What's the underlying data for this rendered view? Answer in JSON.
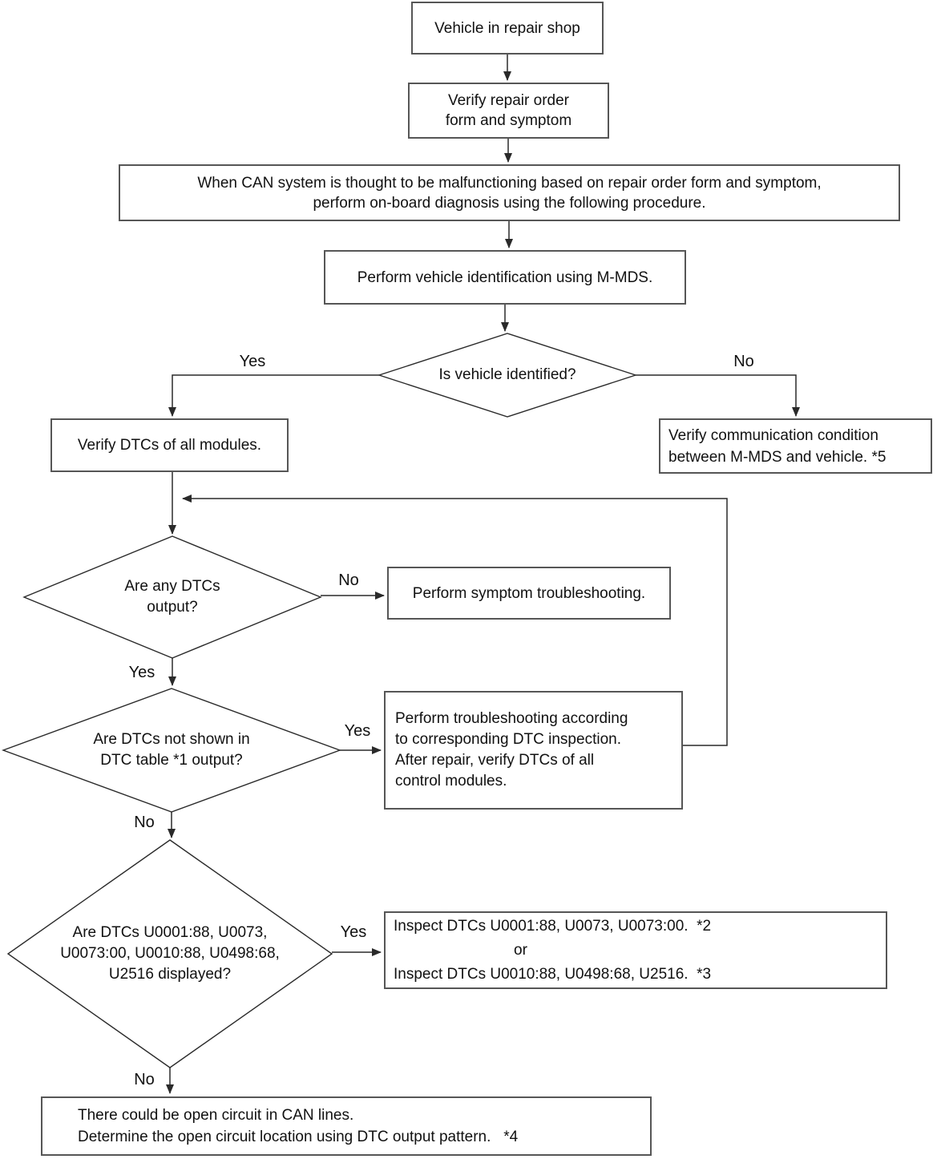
{
  "flowchart": {
    "nodes": {
      "repair_shop": {
        "text": "Vehicle in repair shop"
      },
      "verify_order": {
        "text": "Verify repair order\nform and symptom"
      },
      "when_can": {
        "text": "When CAN system is thought to be malfunctioning based on repair order form and symptom,\nperform on-board diagnosis using the following procedure."
      },
      "vehicle_id": {
        "text": "Perform vehicle identification using M-MDS."
      },
      "is_identified": {
        "text": "Is vehicle identified?"
      },
      "verify_dtcs": {
        "text": "Verify DTCs of all modules."
      },
      "verify_comm": {
        "text": "Verify communication condition\nbetween M-MDS and vehicle. *5"
      },
      "any_dtcs": {
        "text": "Are any DTCs\noutput?"
      },
      "symptom_ts": {
        "text": "Perform symptom troubleshooting."
      },
      "not_in_table": {
        "text": "Are DTCs not shown in\nDTC table *1 output?"
      },
      "dtc_ts": {
        "text": "Perform troubleshooting according\nto corresponding DTC inspection.\nAfter repair, verify DTCs of all\ncontrol modules."
      },
      "specific_dtcs": {
        "text": "Are DTCs U0001:88, U0073,\nU0073:00, U0010:88, U0498:68,\nU2516 displayed?"
      },
      "inspect": {
        "line1": "Inspect DTCs U0001:88, U0073, U0073:00.  *2",
        "or": "or",
        "line2": "Inspect DTCs U0010:88, U0498:68, U2516.  *3"
      },
      "open_circuit": {
        "text": "There could be open circuit in CAN lines.\nDetermine the open circuit location using DTC output pattern.   *4"
      }
    },
    "labels": {
      "yes1": "Yes",
      "no1": "No",
      "no2": "No",
      "yes2": "Yes",
      "yes3": "Yes",
      "no3": "No",
      "yes4": "Yes",
      "no4": "No"
    },
    "colors": {
      "line": "#2a2a2a",
      "box_border": "#565656",
      "text": "#111111",
      "background": "#ffffff"
    }
  }
}
